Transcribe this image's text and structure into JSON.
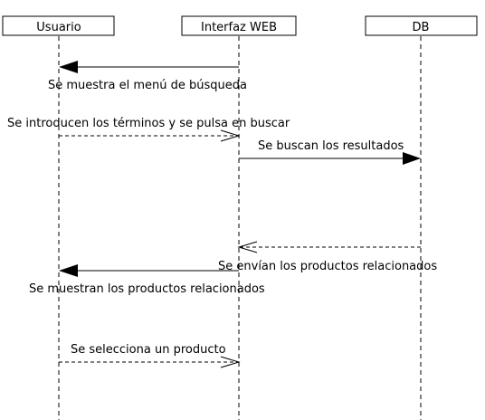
{
  "participants": {
    "usuario": "Usuario",
    "interfaz": "Interfaz WEB",
    "db": "DB"
  },
  "messages": [
    {
      "text": "Se muestra el menú de búsqueda",
      "from": "interfaz",
      "to": "usuario",
      "style": "solid",
      "arrowhead": "filled"
    },
    {
      "text": "Se introducen los términos y se pulsa en buscar",
      "from": "usuario",
      "to": "interfaz",
      "style": "dashed",
      "arrowhead": "open"
    },
    {
      "text": "Se buscan los resultados",
      "from": "interfaz",
      "to": "db",
      "style": "solid",
      "arrowhead": "filled"
    },
    {
      "text": "",
      "from": "db",
      "to": "interfaz",
      "style": "dashed",
      "arrowhead": "open"
    },
    {
      "text": "Se envían los productos relacionados",
      "from": "db",
      "to": "interfaz",
      "style": "label",
      "arrowhead": "none"
    },
    {
      "text": "Se muestran los productos relacionados",
      "from": "interfaz",
      "to": "usuario",
      "style": "solid",
      "arrowhead": "filled"
    },
    {
      "text": "Se selecciona un producto",
      "from": "usuario",
      "to": "interfaz",
      "style": "dashed",
      "arrowhead": "open"
    }
  ]
}
